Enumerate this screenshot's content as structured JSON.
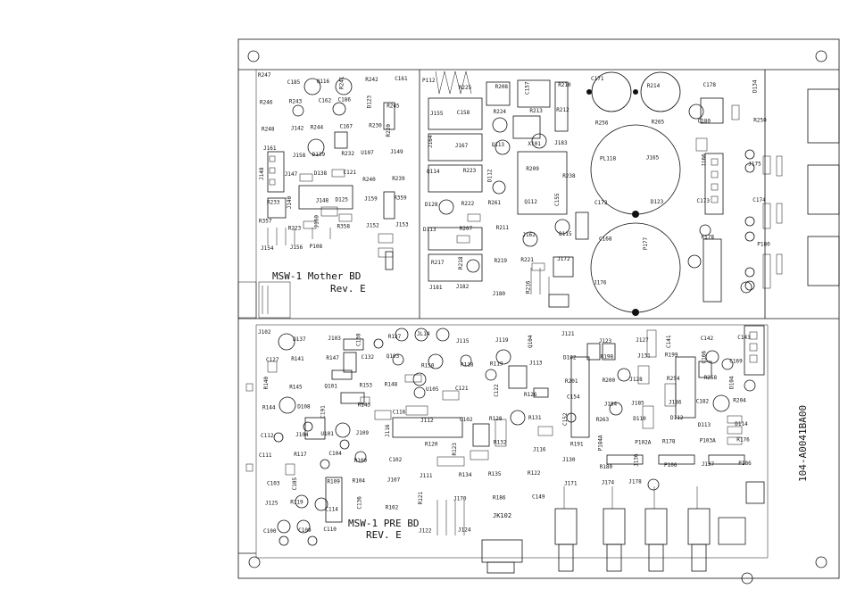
{
  "boards": {
    "mother": {
      "name": "MSW-1 Mother BD",
      "revision": "Rev. E"
    },
    "pre": {
      "name": "MSW-1 PRE BD",
      "revision": "REV. E"
    }
  },
  "part_number": "104-A0041BA00",
  "jack_label": "JK102",
  "labels": {
    "mother_left": [
      "R247",
      "C185",
      "Q116",
      "R241",
      "R242",
      "C161",
      "R246",
      "R243",
      "C162",
      "C186",
      "D123",
      "R245",
      "R248",
      "J142",
      "R244",
      "C167",
      "R230",
      "R220",
      "J161",
      "J158",
      "D139",
      "R232",
      "U107",
      "J149",
      "J148",
      "J147",
      "D138",
      "C121",
      "R240",
      "R239",
      "R233",
      "J140",
      "J148",
      "D125",
      "J159",
      "R359",
      "R357",
      "R223",
      "J160",
      "R358",
      "J152",
      "J153",
      "J154",
      "J156",
      "P108"
    ],
    "mother_center": [
      "P112",
      "R225",
      "R208",
      "C157",
      "R210",
      "J155",
      "C158",
      "R224",
      "R213",
      "R212",
      "J164",
      "J167",
      "Q113",
      "X101",
      "J183",
      "Q114",
      "R223",
      "D112",
      "R209",
      "R238",
      "D128",
      "R222",
      "R261",
      "Q112",
      "C155",
      "D113",
      "R207",
      "R211",
      "J162",
      "D115",
      "R217",
      "R218",
      "R219",
      "R221",
      "J172",
      "J181",
      "J182",
      "J180",
      "R216"
    ],
    "mother_right": [
      "C171",
      "R214",
      "C178",
      "D134",
      "R256",
      "R265",
      "C180",
      "R250",
      "PL118",
      "J165",
      "J166",
      "J175",
      "C172",
      "D123",
      "C173",
      "C174",
      "C168",
      "P177",
      "R178",
      "P180",
      "J176"
    ],
    "pre_left": [
      "J102",
      "D137",
      "J103",
      "C130",
      "R137",
      "C127",
      "R141",
      "R147",
      "C132",
      "Q103",
      "R140",
      "R145",
      "Q101",
      "R153",
      "R148",
      "R144",
      "D108",
      "C191",
      "R143",
      "C116",
      "C112",
      "J104",
      "U101",
      "J109",
      "J116",
      "C111",
      "R117",
      "C104",
      "R100",
      "C102",
      "C103",
      "C105",
      "R109",
      "R104",
      "J107",
      "J125",
      "R119",
      "C114",
      "C136",
      "R102",
      "C100",
      "C109",
      "C110"
    ],
    "pre_center": [
      "JL14",
      "J115",
      "J119",
      "Q104",
      "R150",
      "R118",
      "R119",
      "J113",
      "U105",
      "C121",
      "C122",
      "R126",
      "J112",
      "U102",
      "R128",
      "R131",
      "R120",
      "R123",
      "R132",
      "J116",
      "J111",
      "R134",
      "R135",
      "R122",
      "R121",
      "J170",
      "R186",
      "C149",
      "J122",
      "J124"
    ],
    "pre_right": [
      "J121",
      "J123",
      "J127",
      "C141",
      "C142",
      "C143",
      "D102",
      "R198",
      "J131",
      "R199",
      "C166",
      "C169",
      "R201",
      "R200",
      "J128",
      "R254",
      "R258",
      "D104",
      "C154",
      "J184",
      "J185",
      "J186",
      "C182",
      "R204",
      "C152",
      "R263",
      "D110",
      "D112",
      "D113",
      "D114",
      "R191",
      "P184A",
      "P102A",
      "R178",
      "P103A",
      "R176",
      "J130",
      "R180",
      "J136",
      "P106",
      "J137",
      "P186",
      "J171",
      "J174",
      "J178"
    ]
  }
}
